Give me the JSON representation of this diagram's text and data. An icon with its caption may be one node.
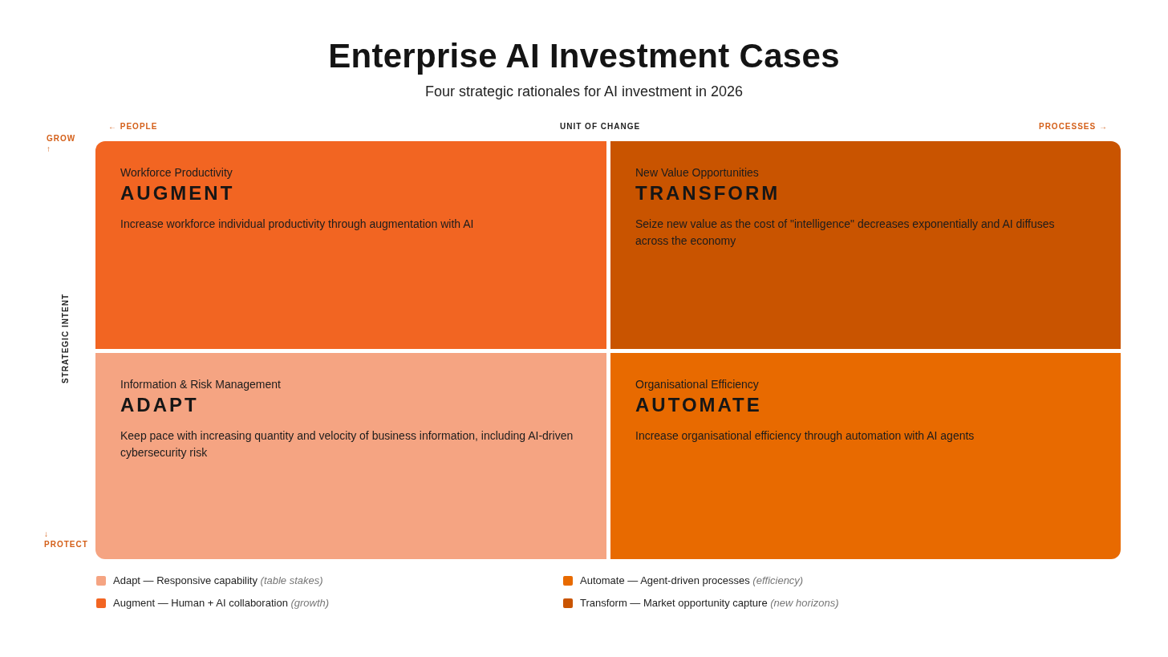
{
  "diagram": {
    "title": "Enterprise AI Investment Cases",
    "caption": "Four strategic rationales for AI investment in 2026",
    "nodes": [
      {
        "text": [
          "Workforce Productivity",
          "AUGMENT",
          "Increase workforce individual productivity through augmentation with AI"
        ]
      },
      {
        "text": [
          "New Value Opportunities",
          "TRANSFORM",
          "Seize new value as the cost of \"intelligence\" decreases exponentially and AI diffuses across the economy"
        ]
      },
      {
        "text": [
          "Information & Risk Management",
          "ADAPT",
          "Keep pace with increasing quantity and velocity of business information, including AI-driven cybersecurity risk"
        ]
      },
      {
        "text": [
          "Organisational Efficiency",
          "AUTOMATE",
          "Increase organisational efficiency through automation with AI agents"
        ]
      }
    ],
    "edges": [],
    "labels": [
      "← PEOPLE",
      "UNIT OF CHANGE",
      "PROCESSES →",
      "GROW ↑",
      "STRATEGIC INTENT",
      "↓ PROTECT"
    ],
    "legend": [
      {
        "text": "Adapt — Responsive capability *(table stakes)*",
        "color": "#f5a482"
      },
      {
        "text": "Automate — Agent-driven processes *(efficiency)*",
        "color": "#e86a00"
      },
      {
        "text": "Augment — Human + AI collaboration *(growth)*",
        "color": "#f26522"
      },
      {
        "text": "Transform — Market opportunity capture *(new horizons)*",
        "color": "#c95400"
      }
    ]
  }
}
